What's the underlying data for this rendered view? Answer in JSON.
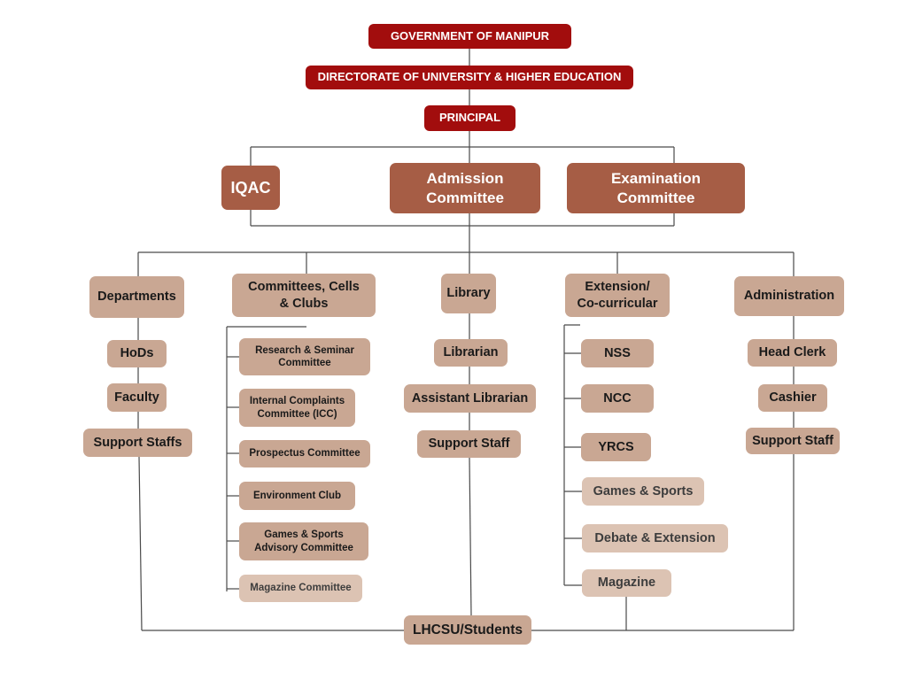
{
  "top": {
    "government": "GOVERNMENT OF MANIPUR",
    "directorate": "DIRECTORATE OF UNIVERSITY & HIGHER EDUCATION",
    "principal": "PRINCIPAL"
  },
  "committees": {
    "iqac": "IQAC",
    "admission": "Admission Committee",
    "examination": "Examination Committee"
  },
  "branches": {
    "departments": {
      "label": "Departments",
      "items": [
        "HoDs",
        "Faculty",
        "Support Staffs"
      ]
    },
    "committees_cells_clubs": {
      "label": "Committees, Cells & Clubs",
      "items": [
        "Research & Seminar Committee",
        "Internal Complaints Committee (ICC)",
        "Prospectus Committee",
        "Environment Club",
        "Games & Sports Advisory Committee",
        "Magazine Committee"
      ]
    },
    "library": {
      "label": "Library",
      "items": [
        "Librarian",
        "Assistant Librarian",
        "Support Staff"
      ]
    },
    "extension": {
      "label": "Extension/ Co-curricular",
      "items": [
        "NSS",
        "NCC",
        "YRCS",
        "Games & Sports",
        "Debate & Extension",
        "Magazine"
      ]
    },
    "administration": {
      "label": "Administration",
      "items": [
        "Head Clerk",
        "Cashier",
        "Support Staff"
      ]
    }
  },
  "bottom": {
    "students": "LHCSU/Students"
  },
  "colors": {
    "top_red": "#a20d0d",
    "committee_brown": "#a65d45",
    "node_tan": "#c9a793",
    "node_light": "#dcc3b3",
    "connector": "#4a4a4a"
  }
}
